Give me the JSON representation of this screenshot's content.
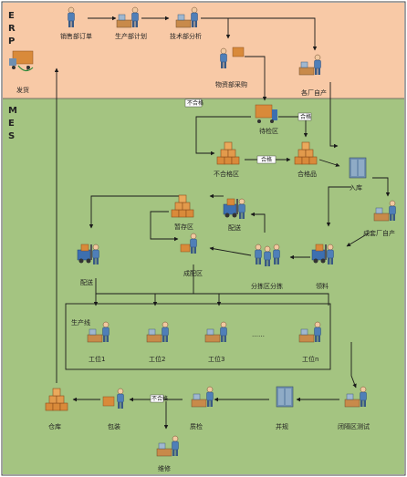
{
  "zones": {
    "erp": {
      "letters": [
        "E",
        "R",
        "P"
      ],
      "color": "#f8c9a6"
    },
    "mes": {
      "letters": [
        "M",
        "E",
        "S"
      ],
      "color": "#a4c481"
    }
  },
  "nodes": {
    "sales_order": "销售部订单",
    "production_plan": "生产部计划",
    "tech_analysis": "技术部分析",
    "purchasing": "物资部采购",
    "supplier_a": "各厂自产",
    "shipping": "发货",
    "inspection_area": "待检区",
    "nonconforming": "不合格区",
    "conforming": "合格品",
    "warehouse_in": "入库",
    "factory_self": "成套厂自产",
    "temp_storage": "暂存区",
    "delivery_1": "配送",
    "delivery_2": "配送",
    "kitting_area": "成配区",
    "sorting_area": "分拣区分拣",
    "picking": "领料",
    "line_name": "生产线",
    "station_1": "工位1",
    "station_2": "工位2",
    "station_3": "工位3",
    "ellipsis": "……",
    "station_n": "工位n",
    "closed_test": "闭隔区测试",
    "assembly": "并规",
    "quality": "质检",
    "packing": "包装",
    "warehouse": "仓库",
    "repair": "维修"
  },
  "edge_labels": {
    "nonconform": "不合格",
    "conform": "合格",
    "pass": "合格",
    "fail": "不合格"
  },
  "colors": {
    "box": "#d98a3a",
    "box_dark": "#b8692a",
    "person": "#4f7fb8",
    "machine": "#6f8fb0",
    "arrow": "#1a1a1a"
  }
}
